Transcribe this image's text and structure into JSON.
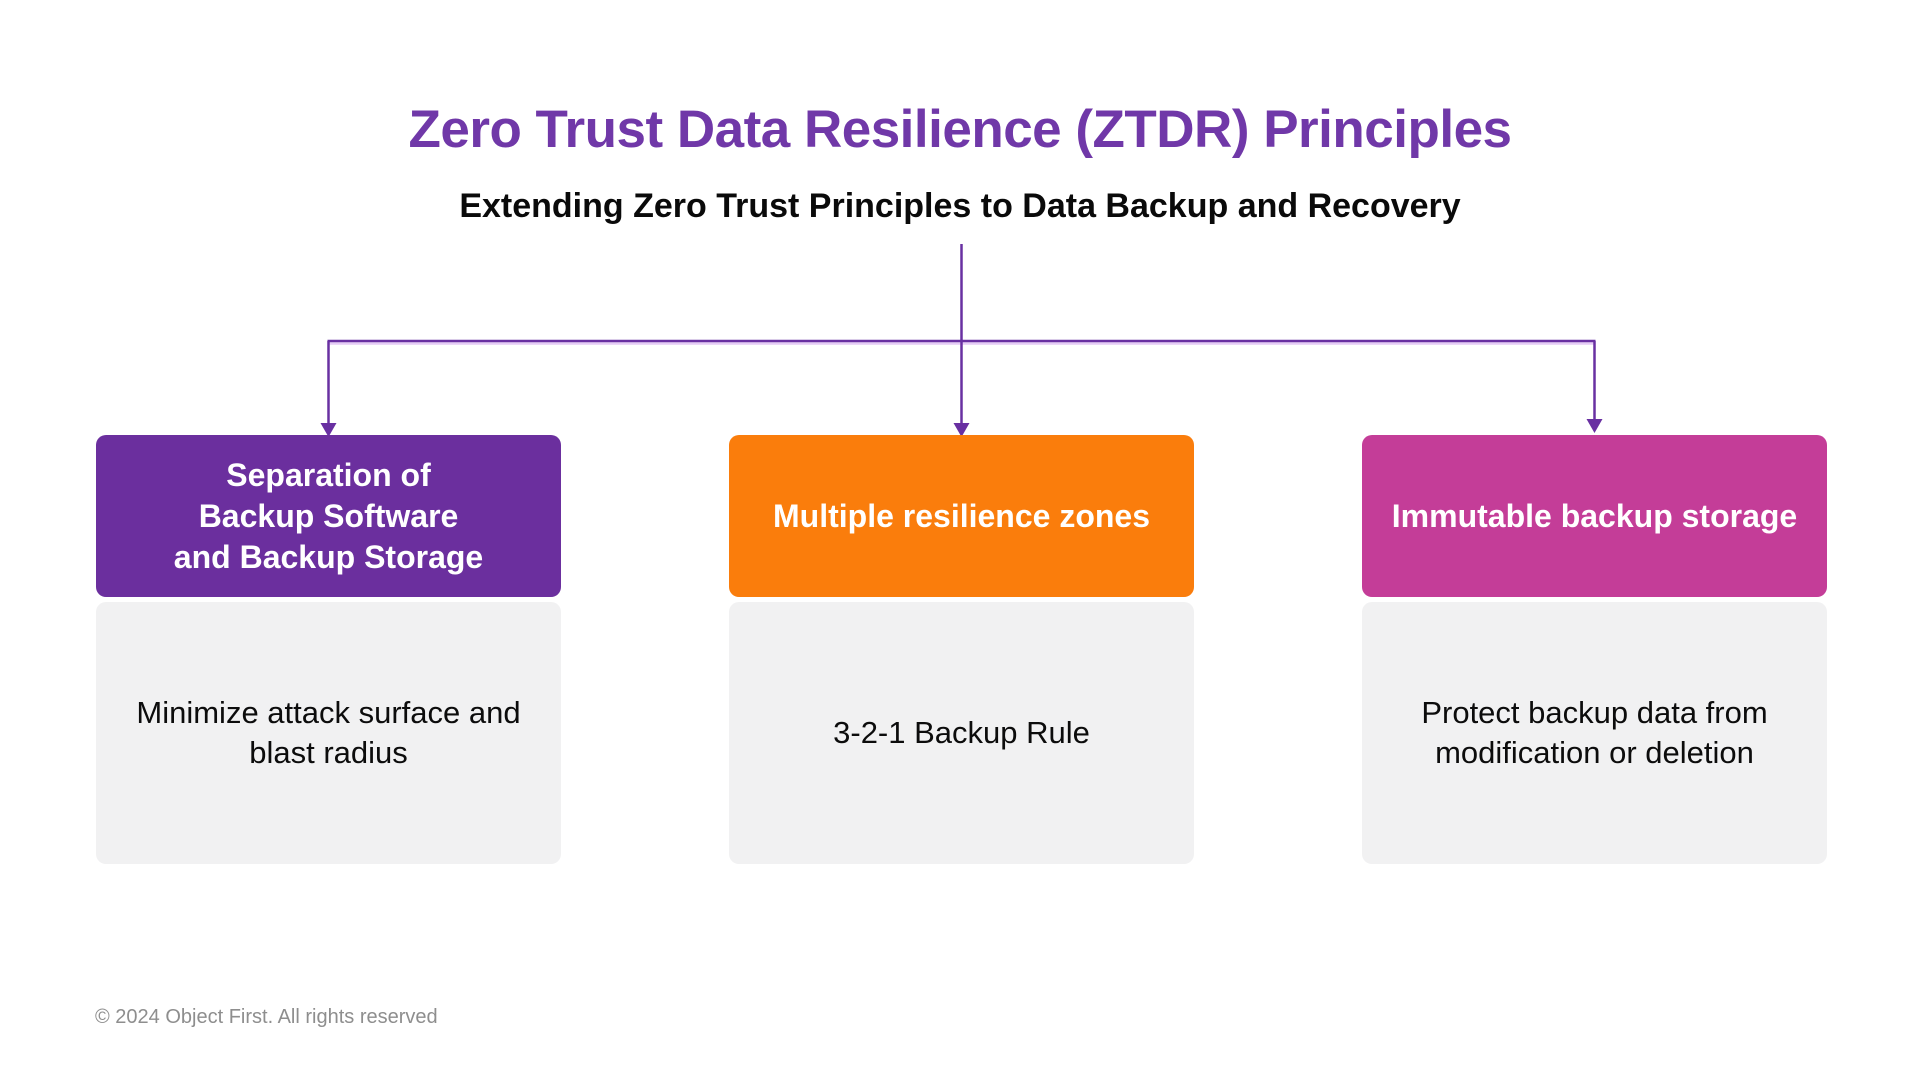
{
  "header": {
    "title": "Zero Trust Data Resilience (ZTDR) Principles",
    "subtitle": "Extending Zero Trust Principles to Data Backup and Recovery"
  },
  "colors": {
    "title": "#7038A8",
    "connector": "#6930A2",
    "connector_shadow": "#E5CCF6",
    "card_body_bg": "#F1F1F2",
    "footer_text": "#8E8E8E"
  },
  "cards": [
    {
      "id": "separation",
      "header": "Separation of\nBackup Software\nand Backup Storage",
      "header_color": "#6B2F9E",
      "body": "Minimize attack surface and\nblast radius"
    },
    {
      "id": "resilience-zones",
      "header": "Multiple resilience zones",
      "header_color": "#FA7D0C",
      "body": "3-2-1 Backup Rule"
    },
    {
      "id": "immutable-storage",
      "header": "Immutable backup storage",
      "header_color": "#C43D98",
      "body": "Protect backup data from\nmodification or deletion"
    }
  ],
  "footer": {
    "text": "© 2024 Object First. All rights reserved"
  }
}
